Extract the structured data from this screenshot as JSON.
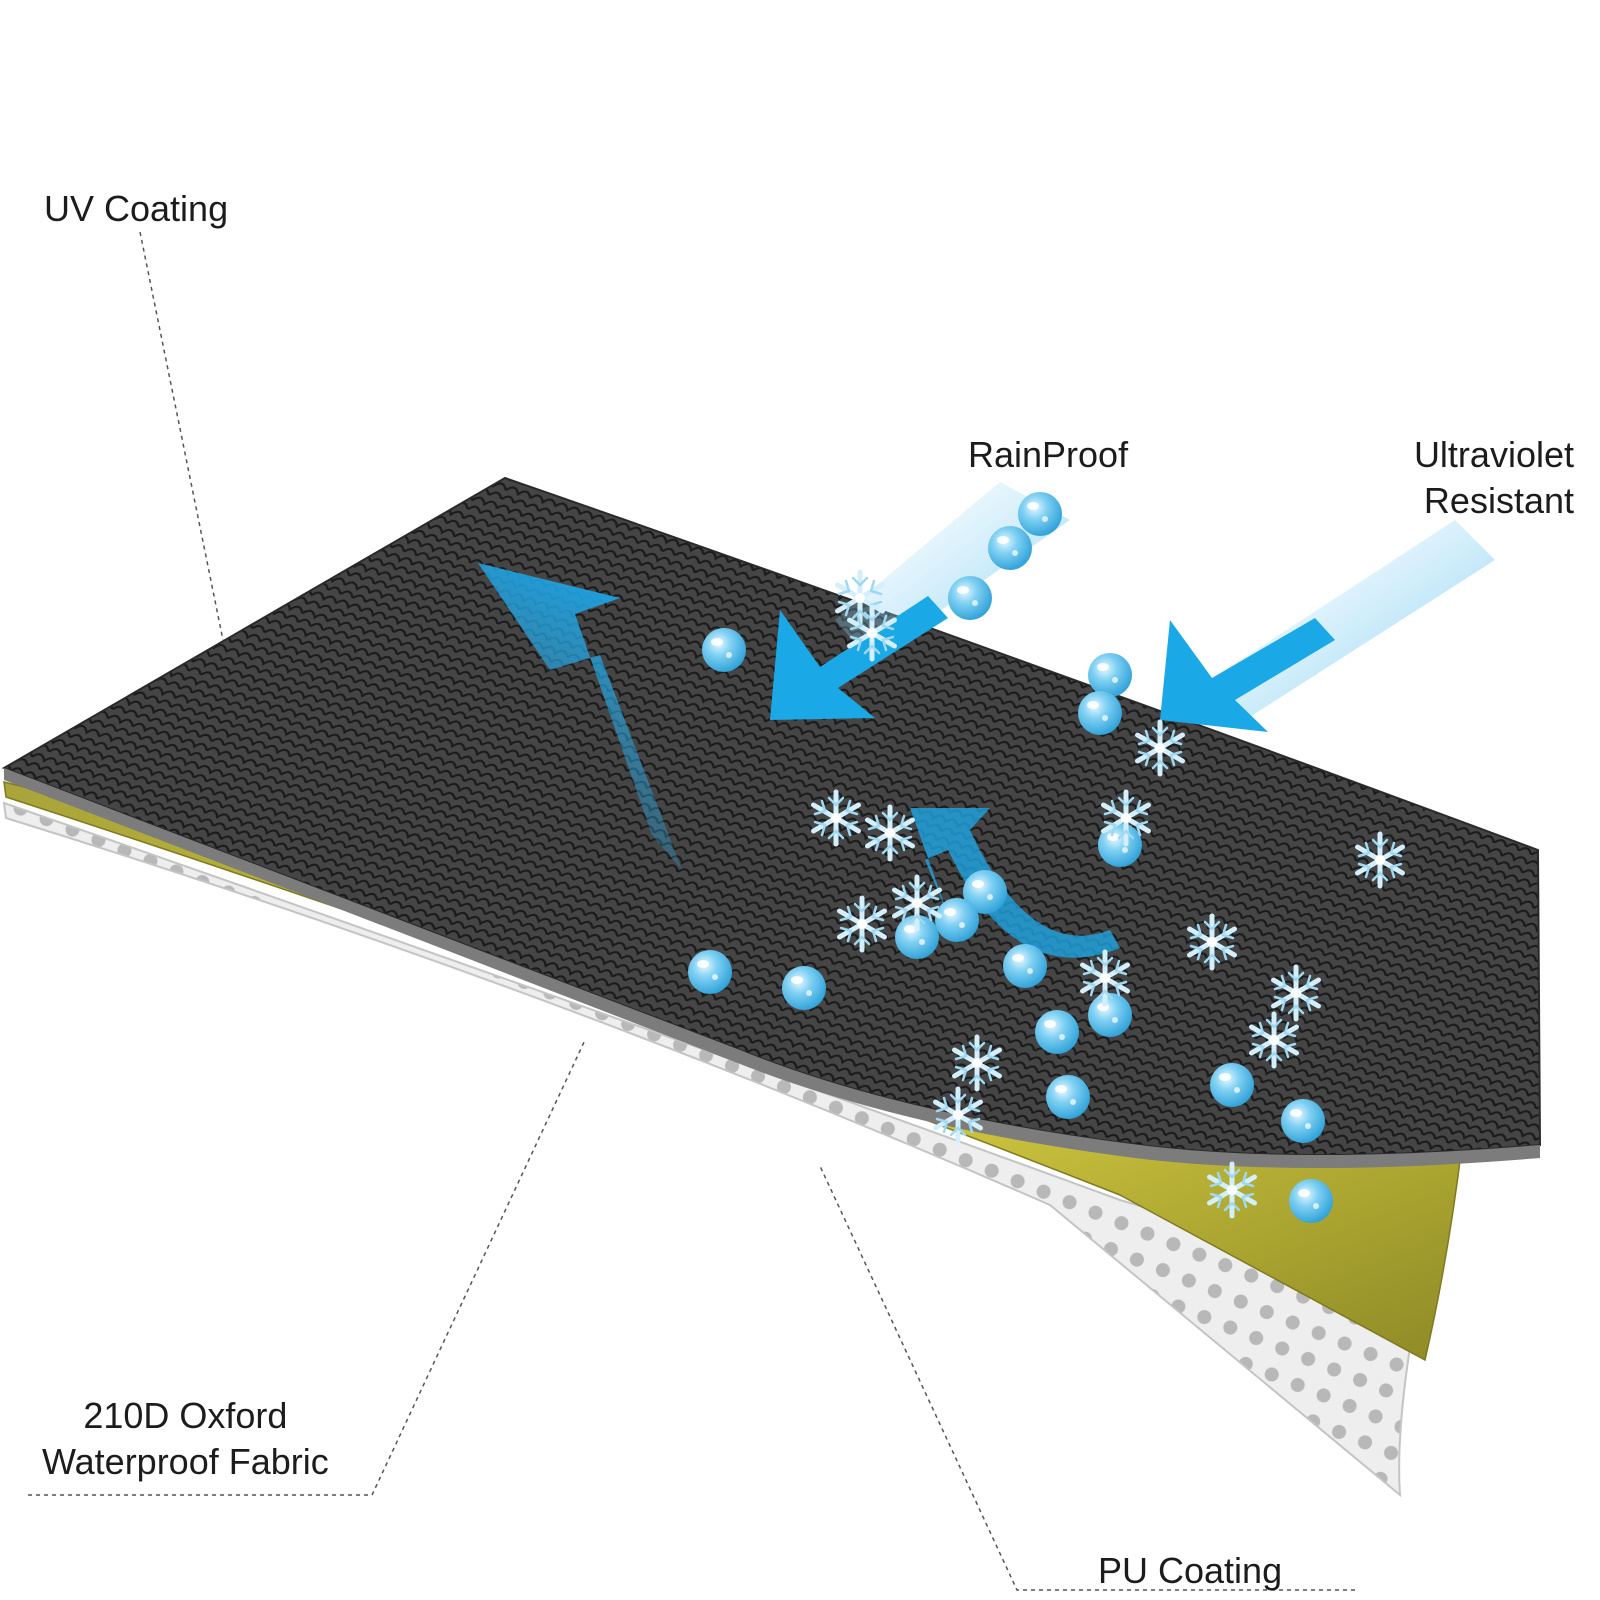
{
  "labels": {
    "uv_coating": "UV Coating",
    "rainproof": "RainProof",
    "ultraviolet_line1": "Ultraviolet",
    "ultraviolet_line2": "Resistant",
    "oxford_line1": "210D Oxford",
    "oxford_line2": "Waterproof Fabric",
    "pu_coating": "PU Coating"
  },
  "colors": {
    "top_layer": "#3a3a3a",
    "middle_layer": "#c9c23c",
    "bottom_layer": "#d9d9d9",
    "arrow_blue": "#1aa9e6",
    "droplet_blue": "#5ec3ee"
  },
  "icons": [
    "rain-droplet-icon",
    "snowflake-icon",
    "arrow-icon"
  ]
}
